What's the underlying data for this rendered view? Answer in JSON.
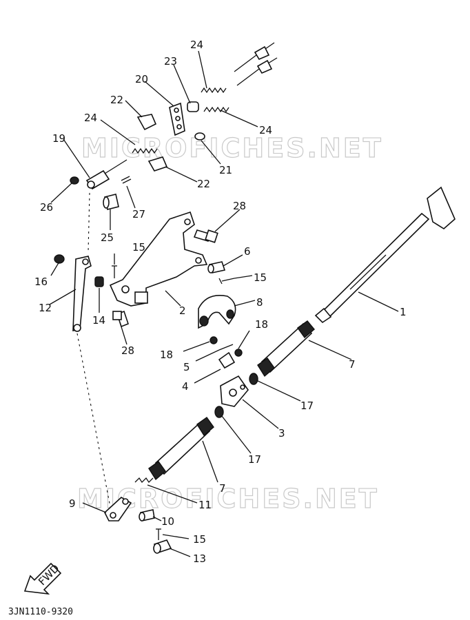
{
  "watermark_text": "MICROFICHES.NET",
  "diagram_code": "3JN1110-9320",
  "fwd_label": "FWD",
  "labels": {
    "l1": "1",
    "l2": "2",
    "l3": "3",
    "l4": "4",
    "l5": "5",
    "l6": "6",
    "l7a": "7",
    "l7b": "7",
    "l8": "8",
    "l9": "9",
    "l10": "10",
    "l11": "11",
    "l12": "12",
    "l13": "13",
    "l14": "14",
    "l15a": "15",
    "l15b": "15",
    "l15c": "15",
    "l16": "16",
    "l17a": "17",
    "l17b": "17",
    "l18a": "18",
    "l18b": "18",
    "l19": "19",
    "l20": "20",
    "l21": "21",
    "l22a": "22",
    "l22b": "22",
    "l23": "23",
    "l24a": "24",
    "l24b": "24",
    "l24c": "24",
    "l25": "25",
    "l26": "26",
    "l27": "27",
    "l28a": "28",
    "l28b": "28"
  }
}
